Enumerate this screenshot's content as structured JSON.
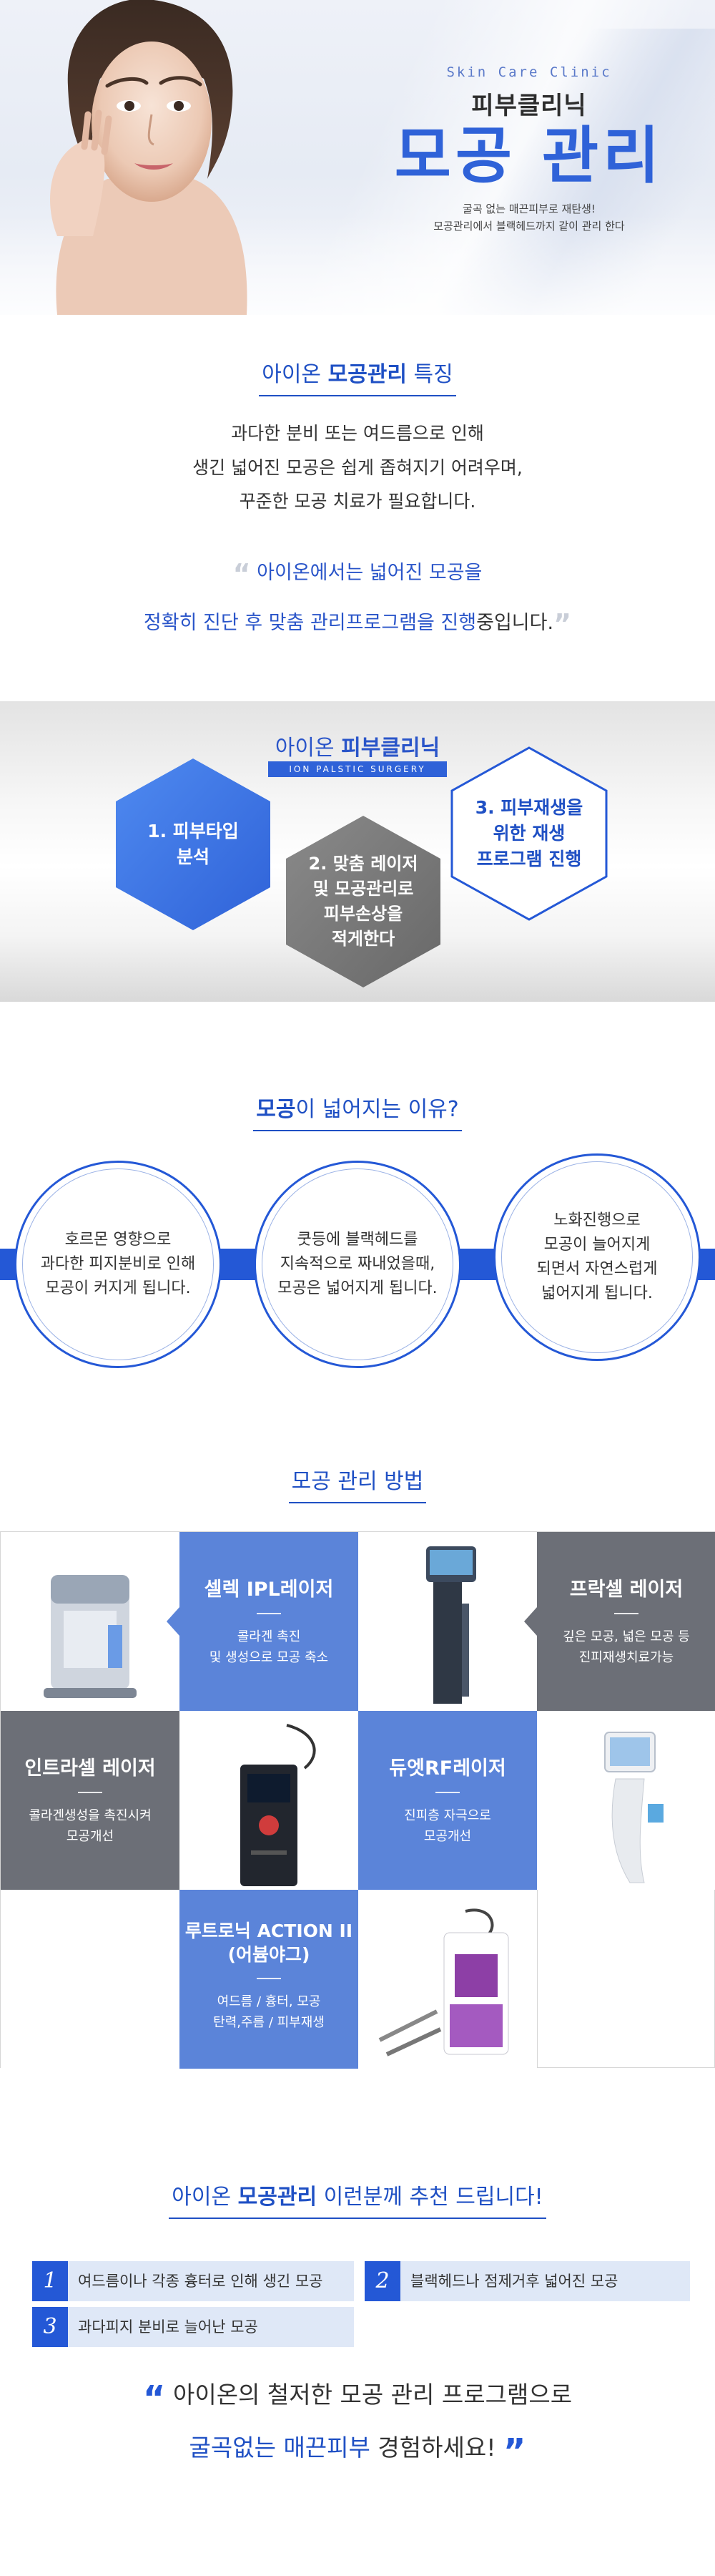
{
  "hero": {
    "en_subtitle": "Skin Care Clinic",
    "subtitle": "피부클리닉",
    "title": "모공 관리",
    "desc_line1": "굴곡 없는 매끈피부로 재탄생!",
    "desc_line2": "모공관리에서 블랙헤드까지 같이 관리 한다"
  },
  "features": {
    "heading_normal": "아이온",
    "heading_bold": "모공관리",
    "heading_end": "특징",
    "para_line1": "과다한 분비 또는 여드름으로 인해",
    "para_line2": "생긴 넓어진 모공은 쉽게 좁혀지기 어려우며,",
    "para_line3": "꾸준한 모공 치료가 필요합니다.",
    "quote_line1": "아이온에서는 넓어진 모공을",
    "quote_line2a": "정확히 진단 후 맞춤 관리프로그램을 진행",
    "quote_line2b": "중입니다."
  },
  "clinic": {
    "title_normal": "아이온",
    "title_bold": "피부클리닉",
    "tag": "ION PALSTIC SURGERY",
    "hex1": "1. 피부타입\n분석",
    "hex2": "2. 맞춤 레이저\n및 모공관리로\n피부손상을\n적게한다",
    "hex3": "3. 피부재생을\n위한 재생\n프로그램 진행",
    "colors": {
      "blue": "#3c73e0",
      "gray": "#7a7a7a",
      "outline": "#2458d6"
    }
  },
  "reasons": {
    "heading_bold": "모공",
    "heading_rest": "이 넓어지는 이유?",
    "items": [
      "호르몬 영향으로\n과다한 피지분비로 인해\n모공이 커지게 됩니다.",
      "쿳등에 블랙헤드를\n지속적으로 짜내었을때,\n모공은 넓어지게 됩니다.",
      "노화진행으로\n모공이 늘어지게\n되면서 자연스럽게\n넓어지게 됩니다."
    ]
  },
  "methods": {
    "heading": "모공 관리 방법",
    "items": [
      {
        "title": "셀렉 IPL레이저",
        "desc": "콜라겐 촉진\n및 생성으로 모공 축소"
      },
      {
        "title": "프락셀 레이저",
        "desc": "깊은 모공, 넓은 모공 등\n진피재생치료가능"
      },
      {
        "title": "인트라셀 레이저",
        "desc": "콜라겐생성을 촉진시켜\n모공개선"
      },
      {
        "title": "듀엣RF레이저",
        "desc": "진피층 자극으로\n모공개선"
      },
      {
        "title": "루트로닉 ACTION II\n(어븀야그)",
        "desc": "여드름 / 흉터, 모공\n탄력,주름 / 피부재생"
      }
    ],
    "colors": {
      "blue": "#5b84d9",
      "gray": "#6c6f77"
    }
  },
  "recommend": {
    "heading_normal": "아이온",
    "heading_bold": "모공관리",
    "heading_end": "이런분께 추천 드립니다!",
    "items": [
      {
        "num": "1",
        "text": "여드름이나 각종 흉터로 인해 생긴 모공"
      },
      {
        "num": "2",
        "text": "블랙헤드나 점제거후 넓어진 모공"
      },
      {
        "num": "3",
        "text": "과다피지 분비로 늘어난 모공"
      }
    ]
  },
  "closing": {
    "line1": "아이온의 철저한 모공 관리 프로그램으로",
    "line2_highlight": "굴곡없는 매끈피부",
    "line2_rest": "경험하세요!"
  }
}
